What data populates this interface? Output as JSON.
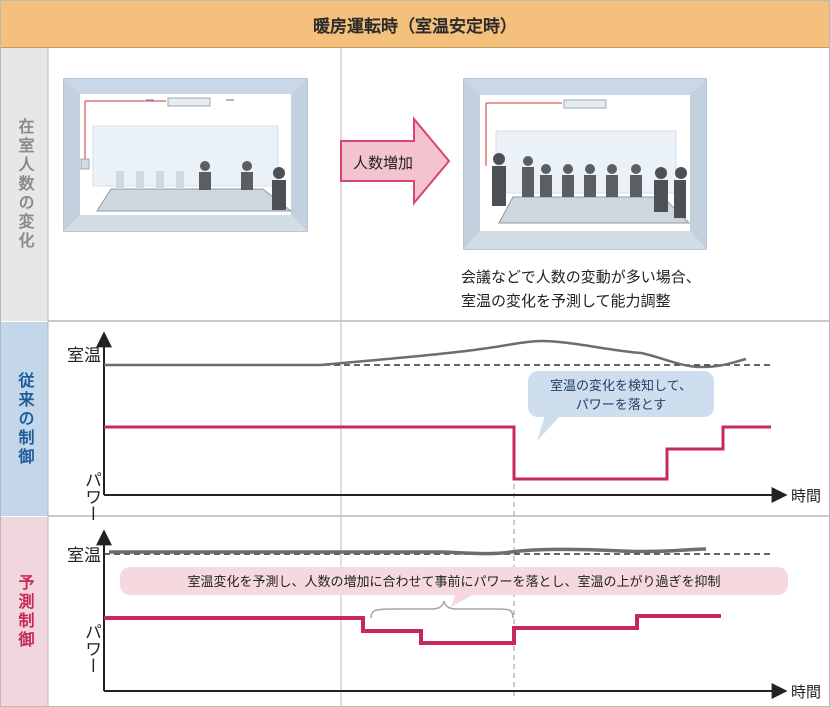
{
  "title": "暖房運転時（室温安定時）",
  "sections": {
    "occupancy": "在室人数の変化",
    "conventional": "従来の制御",
    "predictive": "予測制御"
  },
  "arrow_label": "人数増加",
  "caption": {
    "line1": "会議などで人数の変動が多い場合、",
    "line2": "室温の変化を予測して能力調整"
  },
  "axis": {
    "temp": "室温",
    "power": "パワー",
    "time": "時間"
  },
  "callout_conventional": {
    "line1": "室温の変化を検知して、",
    "line2": "パワーを落とす"
  },
  "callout_predictive": "室温変化を予測し、人数の増加に合わせて事前にパワーを落とし、室温の上がり過ぎを抑制",
  "colors": {
    "header": "#f4c07c",
    "power_line": "#c7295a",
    "temp_line": "#6d6d6d",
    "arrow_fill": "#f3c4cf",
    "arrow_stroke": "#d8456f",
    "callout_blue": "#cfdeee",
    "callout_pink": "#f6d9df"
  }
}
